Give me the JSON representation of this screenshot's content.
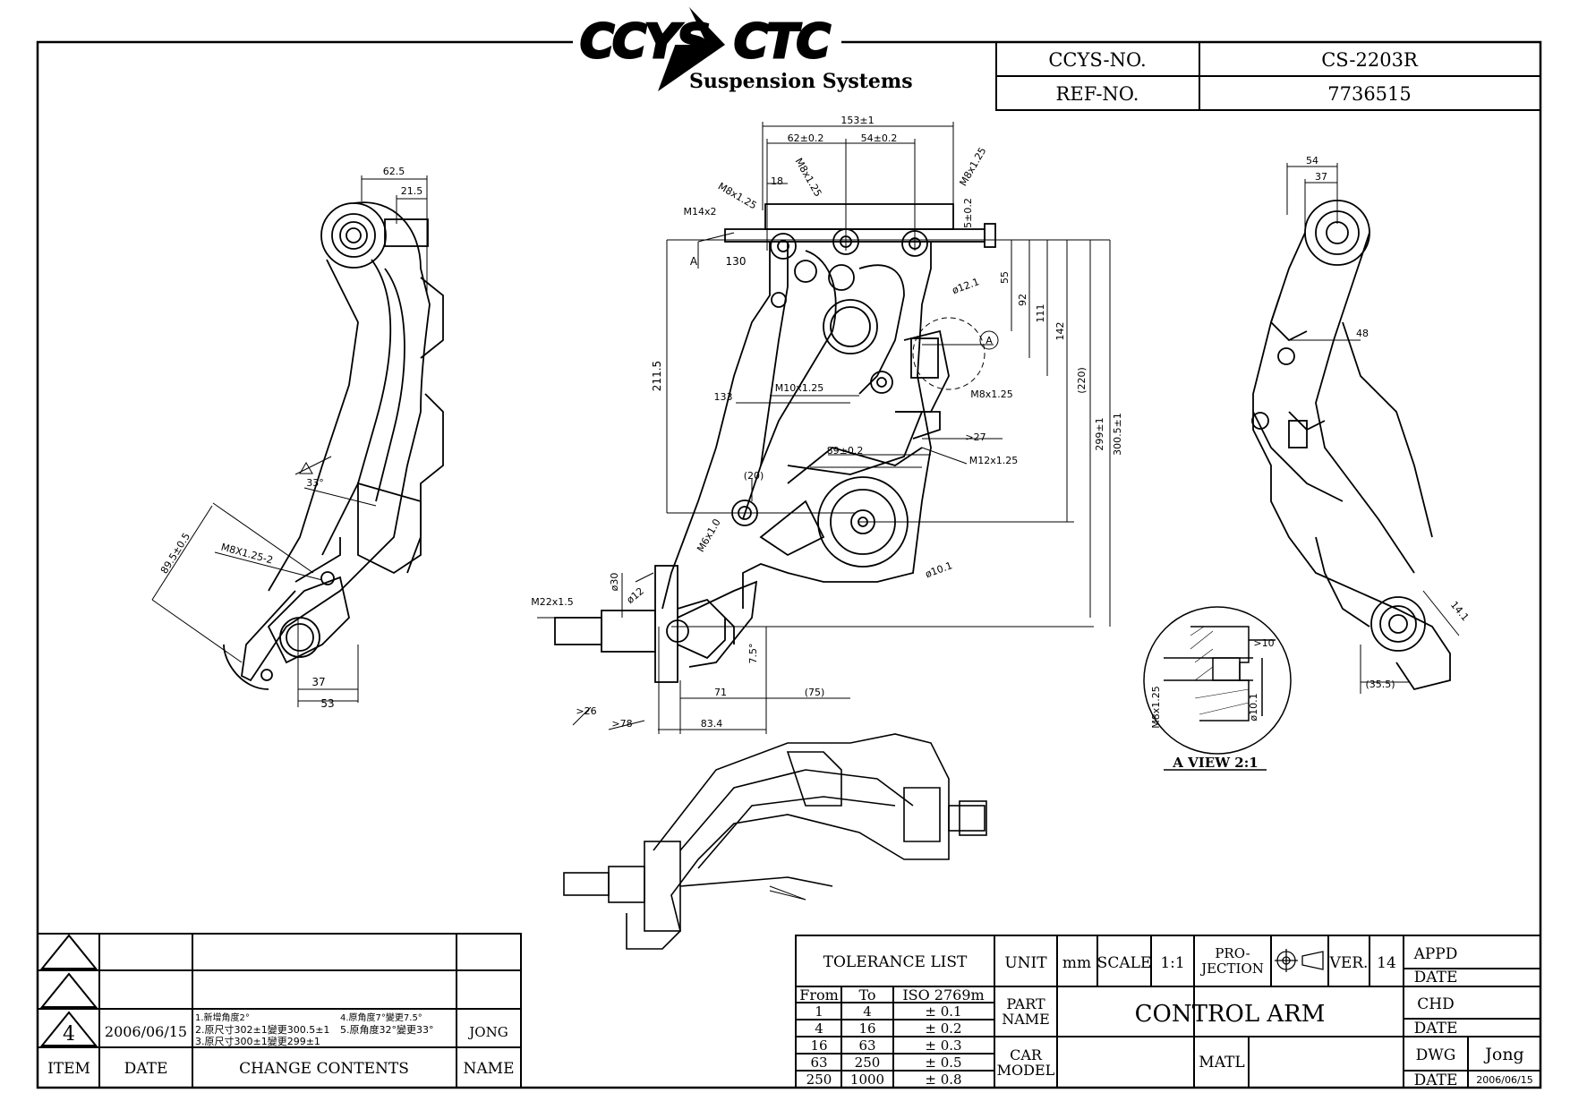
{
  "logo": {
    "left": "CCYS",
    "right": "CTC",
    "subtitle": "Suspension Systems"
  },
  "header": {
    "ccys_no_label": "CCYS-NO.",
    "ccys_no_value": "CS-2203R",
    "ref_no_label": "REF-NO.",
    "ref_no_value": "7736515"
  },
  "dims": {
    "d153": "153±1",
    "d62": "62±0.2",
    "d54": "54±0.2",
    "d18": "18",
    "m8a": "M8x1.25",
    "m8b": "M8x1.25",
    "m8c": "M8x1.25",
    "m14": "M14x2",
    "d5": "5±0.2",
    "a_mark": "A",
    "d130": "130",
    "d211": "211.5",
    "d55": "55",
    "d92": "92",
    "d111": "111",
    "d142": "142",
    "d220": "(220)",
    "d299": "299±1",
    "d3005": "300.5±1",
    "phi12": "ø12.1",
    "m10": "M10x1.25",
    "d133": "133",
    "m8d": "M8x1.25",
    "gt27": ">27",
    "m12": "M12x1.25",
    "d89": "89±0.2",
    "d20": "(20)",
    "m6": "M6x1.0",
    "phi10": "ø10.1",
    "phi30": "ø30",
    "phi12b": "ø12",
    "m22": "M22x1.5",
    "d75a": "7.5°",
    "gt26": ">26",
    "gt78": ">78",
    "d71": "71",
    "d75": "(75)",
    "d834": "83.4",
    "l625": "62.5",
    "l215": "21.5",
    "l33": "33°",
    "l895": "89.5±0.5",
    "lm8": "M8X1.25-2",
    "l37": "37",
    "l53": "53",
    "r54": "54",
    "r37": "37",
    "r48": "48",
    "r141": "14.1",
    "r355": "(35.5)",
    "v10": ">10",
    "vm8": "M8x1.25",
    "vphi10": "ø10.1",
    "view_title": "A VIEW 2:1",
    "rev_note": "4"
  },
  "revision": {
    "item": "4",
    "date": "2006/06/15",
    "change_left": [
      "1.新增角度2°",
      "2.原尺寸302±1變更300.5±1",
      "3.原尺寸300±1變更299±1"
    ],
    "change_right": [
      "4.原角度7°變更7.5°",
      "5.原角度32°變更33°"
    ],
    "name": "JONG",
    "head_item": "ITEM",
    "head_date": "DATE",
    "head_change": "CHANGE  CONTENTS",
    "head_name": "NAME"
  },
  "tolerance": {
    "title": "TOLERANCE  LIST",
    "col_from": "From",
    "col_to": "To",
    "col_std": "ISO 2769m",
    "rows": [
      [
        "1",
        "4",
        "± 0.1"
      ],
      [
        "4",
        "16",
        "± 0.2"
      ],
      [
        "16",
        "63",
        "± 0.3"
      ],
      [
        "63",
        "250",
        "± 0.5"
      ],
      [
        "250",
        "1000",
        "± 0.8"
      ]
    ]
  },
  "title_block": {
    "unit_label": "UNIT",
    "unit_value": "mm",
    "scale_label": "SCALE",
    "scale_value": "1:1",
    "projection_label1": "PRO-",
    "projection_label2": "JECTION",
    "ver_label": "VER.",
    "ver_value": "14",
    "part_name_label1": "PART",
    "part_name_label2": "NAME",
    "part_name": "CONTROL  ARM",
    "car_model_label1": "CAR",
    "car_model_label2": "MODEL",
    "matl_label": "MATL",
    "appd": "APPD",
    "date1": "DATE",
    "chd": "CHD",
    "date2": "DATE",
    "dwg": "DWG",
    "dwg_name": "Jong",
    "date3": "DATE",
    "date3_value": "2006/06/15"
  }
}
